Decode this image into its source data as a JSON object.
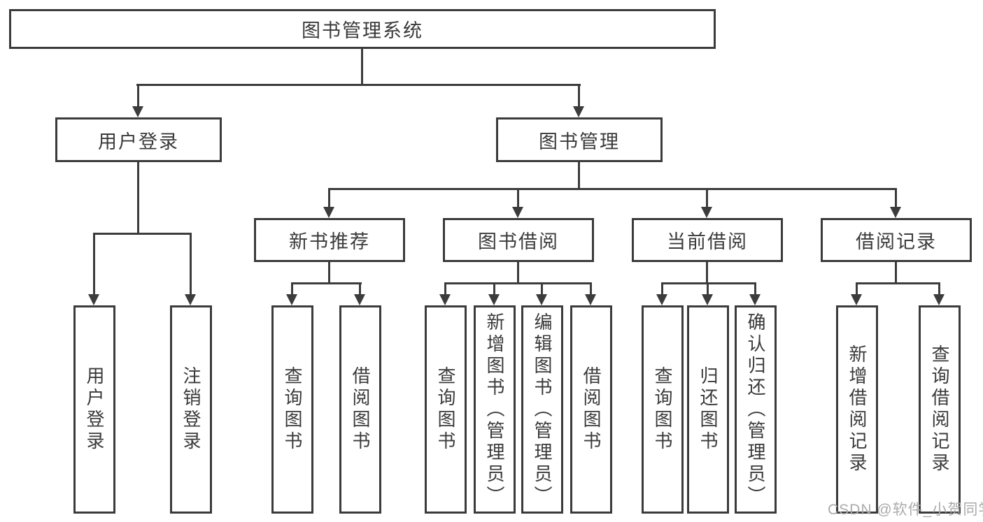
{
  "diagram": {
    "root": "图书管理系统",
    "level2": {
      "user_login": "用户登录",
      "book_management": "图书管理"
    },
    "level3": {
      "new_book_recommend": "新书推荐",
      "book_borrowing": "图书借阅",
      "current_borrowing": "当前借阅",
      "borrowing_records": "借阅记录"
    },
    "leaves": {
      "user_login": [
        "用户登录",
        "注销登录"
      ],
      "new_book_recommend": [
        "查询图书",
        "借阅图书"
      ],
      "book_borrowing": [
        "查询图书",
        "新增图书（管理员）",
        "编辑图书（管理员）",
        "借阅图书"
      ],
      "current_borrowing": [
        "查询图书",
        "归还图书",
        "确认归还（管理员）"
      ],
      "borrowing_records": [
        "新增借阅记录",
        "查询借阅记录"
      ]
    }
  },
  "watermark": "CSDN @软件_小贺同学",
  "colors": {
    "line": "#3c3c3c",
    "text": "#3a3a3a",
    "background": "#ffffff",
    "watermark": "#ababab"
  }
}
